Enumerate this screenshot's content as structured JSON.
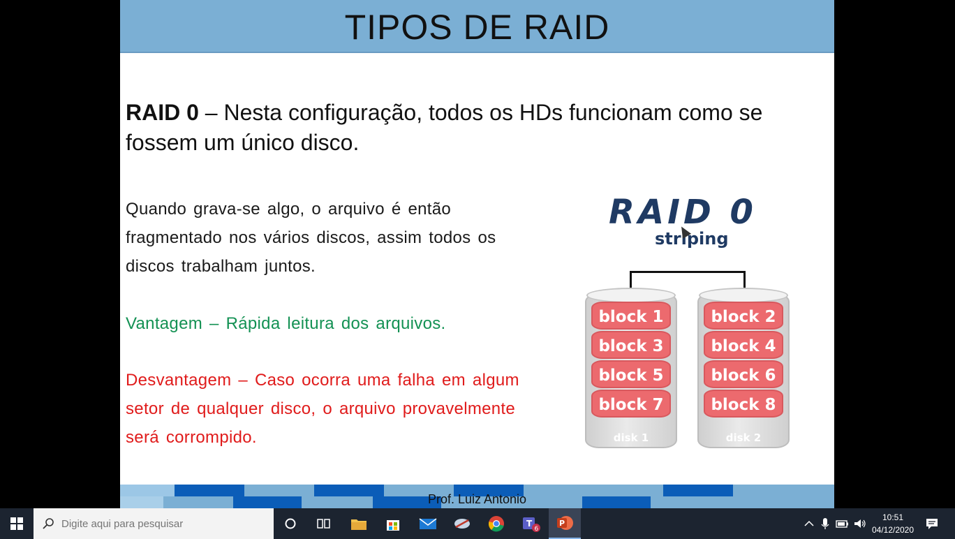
{
  "slide": {
    "title": "TIPOS DE RAID",
    "heading_bold": "RAID 0",
    "heading_rest": " – Nesta configuração, todos os HDs funcionam como se fossem um único disco.",
    "description": "Quando grava-se algo, o arquivo é então fragmentado nos vários discos, assim todos os discos trabalham juntos.",
    "advantage": "Vantagem – Rápida leitura dos arquivos.",
    "disadvantage": "Desvantagem – Caso ocorra uma falha em algum setor de qualquer disco, o arquivo provavelmente será corrompido.",
    "footer": "Prof. Luiz Antonio",
    "colors": {
      "title_bar": "#7bafd4",
      "advantage": "#139153",
      "disadvantage": "#e01b1b",
      "block": "#ec6a6e",
      "tile_dark": "#0b5db8"
    }
  },
  "figure": {
    "title": "RAID 0",
    "subtitle": "striping",
    "disks": [
      {
        "label": "disk 1",
        "blocks": [
          "block 1",
          "block 3",
          "block 5",
          "block 7"
        ]
      },
      {
        "label": "disk 2",
        "blocks": [
          "block 2",
          "block 4",
          "block 6",
          "block 8"
        ]
      }
    ]
  },
  "taskbar": {
    "search_placeholder": "Digite aqui para pesquisar",
    "apps": [
      "cortana-icon",
      "task-view-icon",
      "file-explorer-icon",
      "store-icon",
      "mail-icon",
      "snipping-icon",
      "chrome-icon",
      "teams-icon",
      "powerpoint-icon"
    ],
    "teams_badge": "6",
    "time": "10:51",
    "date": "04/12/2020"
  }
}
